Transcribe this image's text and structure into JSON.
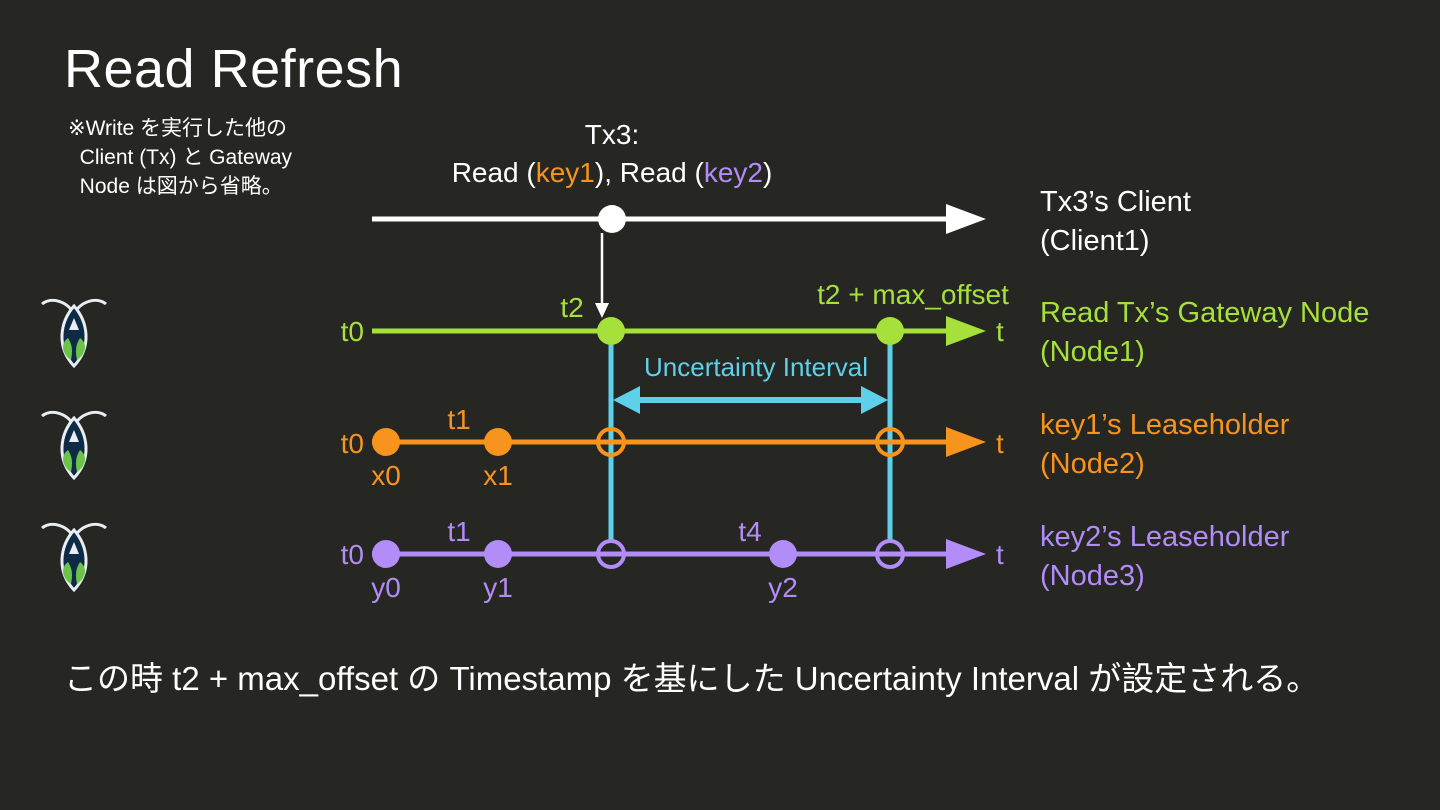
{
  "title": "Read Refresh",
  "note": "※Write を実行した他の\n  Client (Tx) と Gateway\n  Node は図から省略。",
  "footer": "この時 t2 + max_offset の Timestamp を基にした Uncertainty Interval が設定される。",
  "colors": {
    "background": "#262622",
    "client": "#ffffff",
    "gateway": "#a6e03a",
    "key1": "#f7941d",
    "key2": "#b28cf7",
    "uncertainty": "#5fd0ea"
  },
  "tx": {
    "line1": "Tx3:",
    "read_prefix": "Read (",
    "key1": "key1",
    "mid": "), Read (",
    "key2": "key2",
    "suffix": ")"
  },
  "lanes": {
    "client": {
      "label1": "Tx3’s Client",
      "label2": "(Client1)"
    },
    "gateway": {
      "label1": "Read Tx’s Gateway Node",
      "label2": "(Node1)",
      "start": "t0",
      "axis": "t",
      "t2": "t2",
      "max": "t2 + max_offset"
    },
    "node2": {
      "label1": "key1’s Leaseholder",
      "label2": "(Node2)",
      "start": "t0",
      "axis": "t",
      "t1": "t1",
      "v0": "x0",
      "v1": "x1"
    },
    "node3": {
      "label1": "key2’s Leaseholder",
      "label2": "(Node3)",
      "start": "t0",
      "axis": "t",
      "t1": "t1",
      "t4": "t4",
      "v0": "y0",
      "v1": "y1",
      "v2": "y2"
    }
  },
  "uncertainty_label": "Uncertainty Interval",
  "icons": [
    "cockroach-logo-icon",
    "cockroach-logo-icon",
    "cockroach-logo-icon"
  ]
}
